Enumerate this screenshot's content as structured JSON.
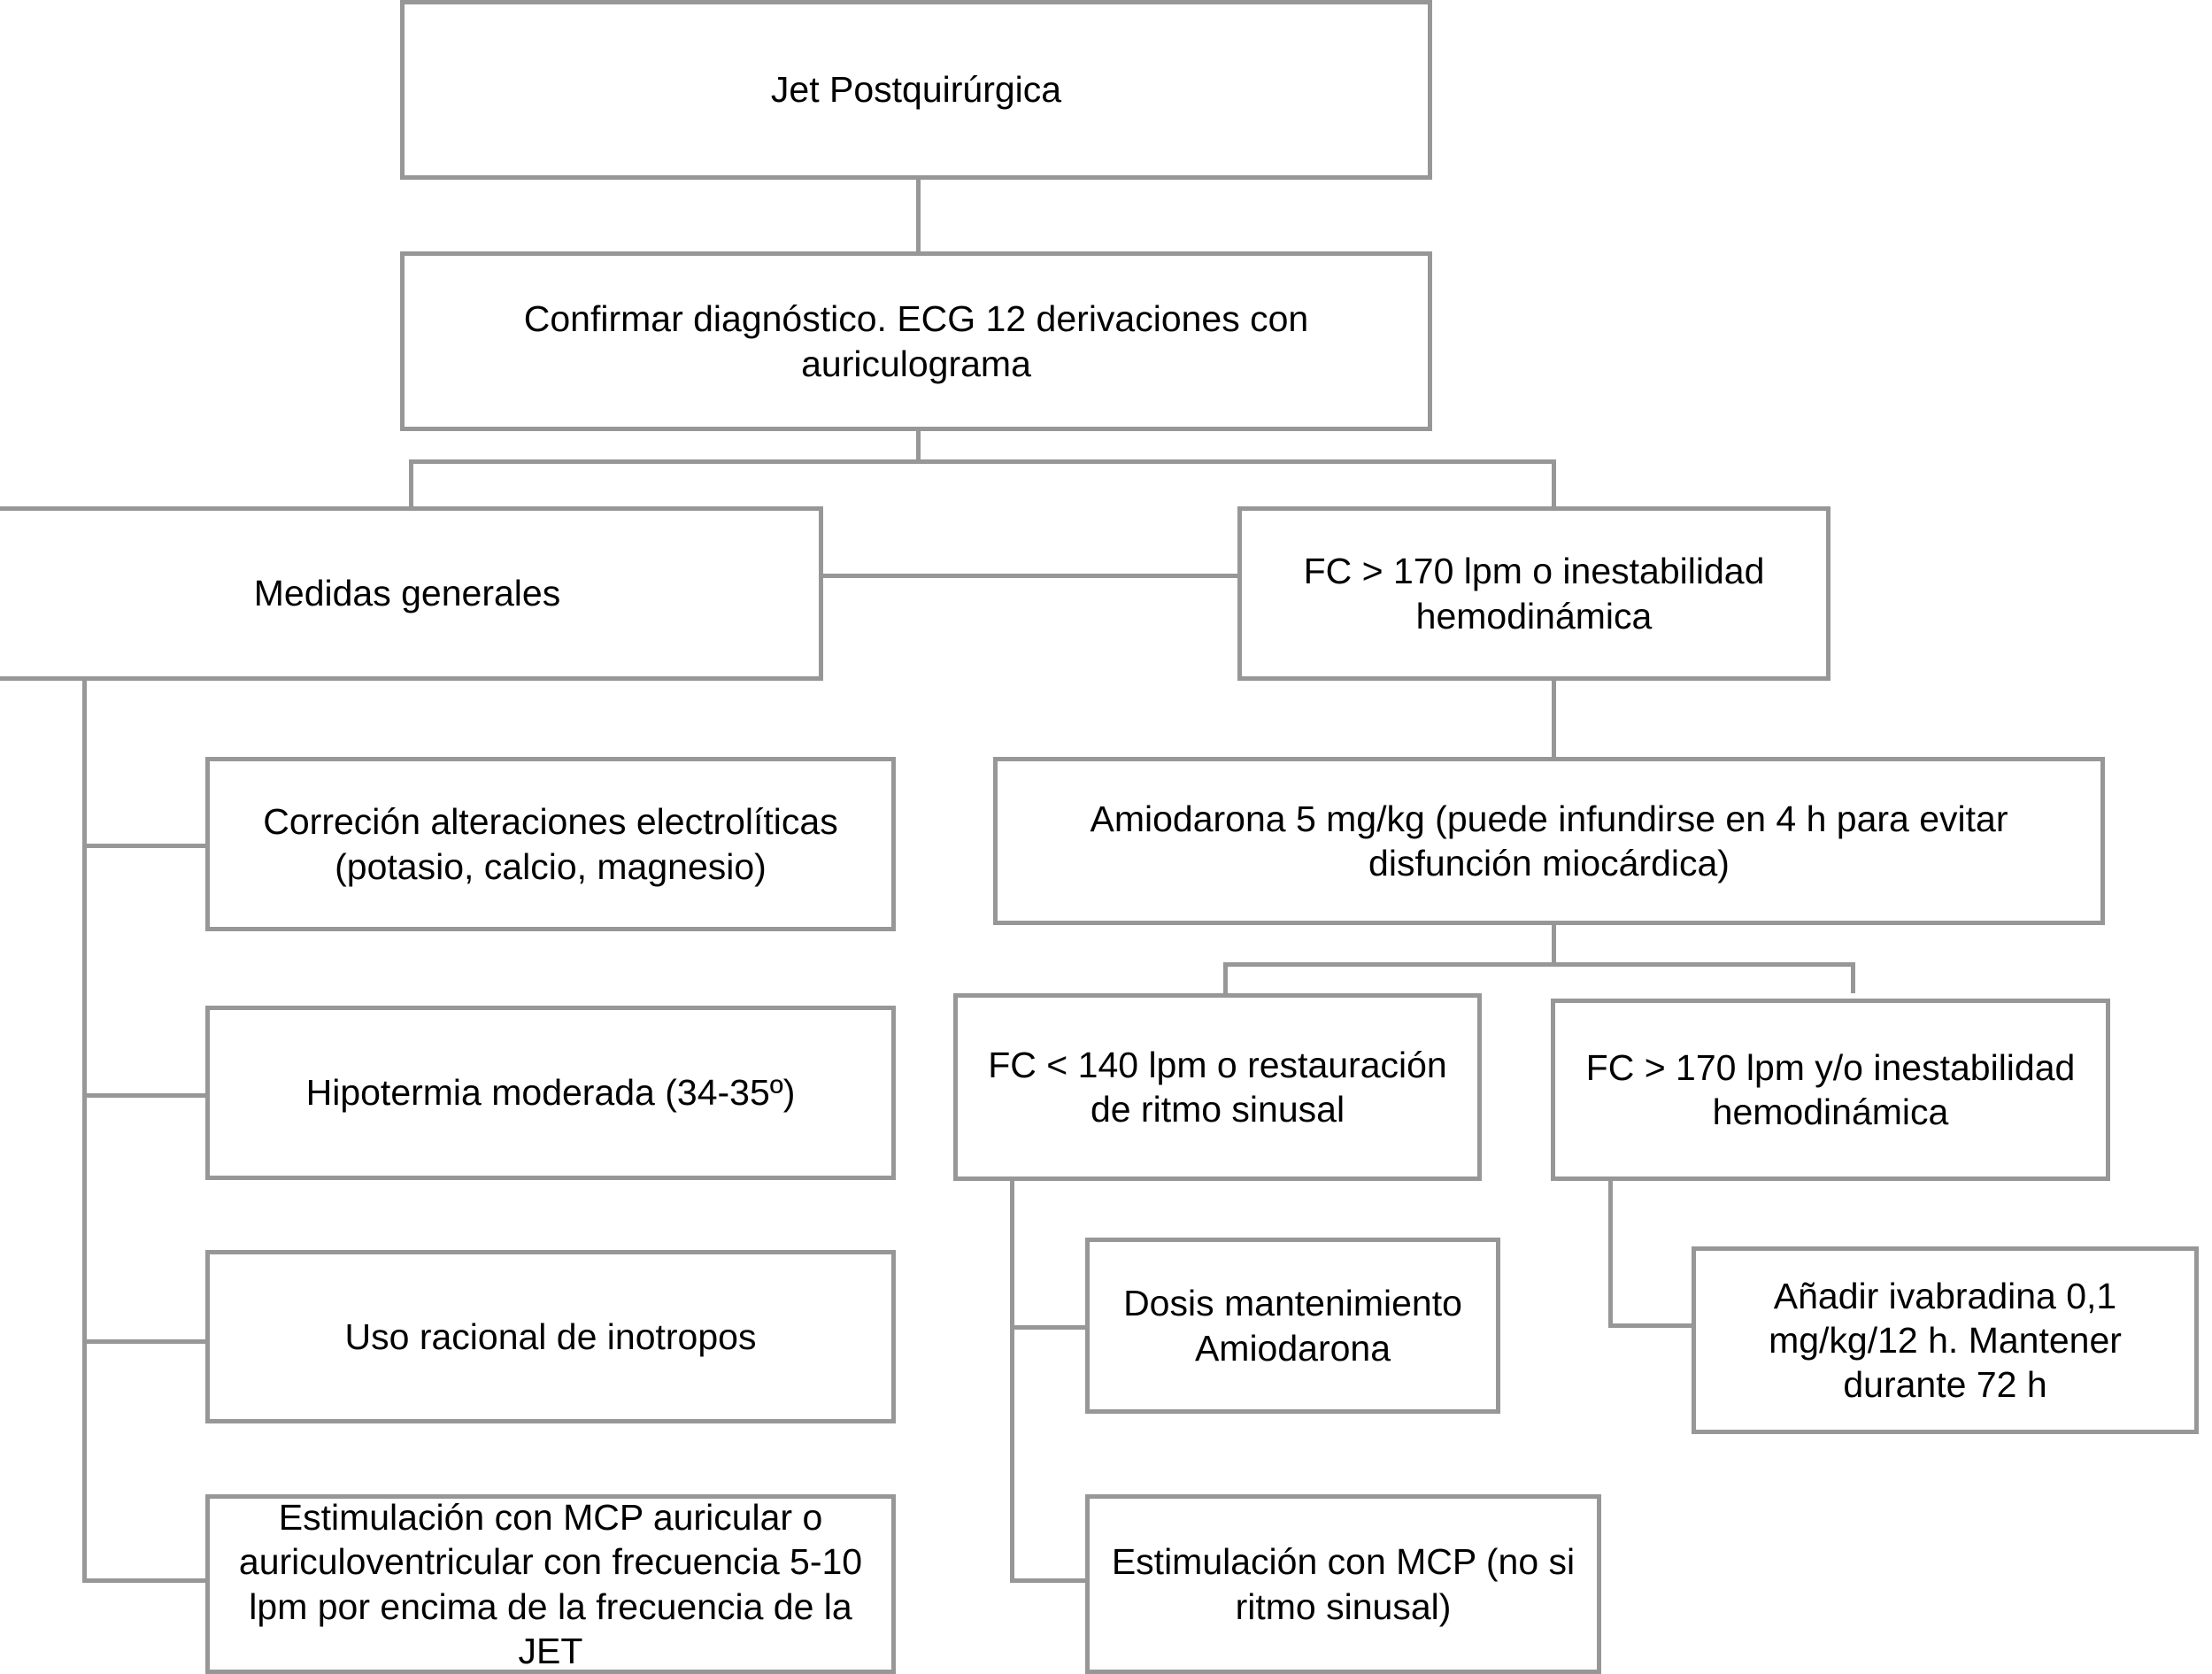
{
  "diagram": {
    "title": "Jet Postquirúrgica",
    "theme": {
      "border_color": "#979797",
      "background": "#ffffff",
      "text_color": "#000000"
    },
    "nodes": {
      "root": "Jet Postquirúrgica",
      "confirm": "Confirmar diagnóstico. ECG 12 derivaciones con auriculograma",
      "medidas_generales": "Medidas generales",
      "fc_170_inestabilidad": "FC > 170 lpm o inestabilidad hemodinámica",
      "correccion_electrolitos": "Correción alteraciones electrolíticas (potasio, calcio, magnesio)",
      "amiodarona_carga": "Amiodarona 5 mg/kg (puede infundirse en 4 h para evitar disfunción miocárdica)",
      "hipotermia": "Hipotermia moderada (34-35º)",
      "fc_140_sinusal": "FC < 140 lpm o restauración de ritmo sinusal",
      "fc_170_yo_inestabilidad": "FC > 170 lpm y/o inestabilidad hemodinámica",
      "inotropos": "Uso racional de inotropos",
      "dosis_mantenimiento": "Dosis mantenimiento Amiodarona",
      "ivabradina": "Añadir ivabradina 0,1 mg/kg/12 h. Mantener durante 72 h",
      "mcp_auricular": "Estimulación con MCP auricular o auriculoventricular con frecuencia 5-10 lpm por encima de la frecuencia de la JET",
      "mcp_no_sinusal": "Estimulación con MCP  (no si ritmo sinusal)"
    }
  }
}
